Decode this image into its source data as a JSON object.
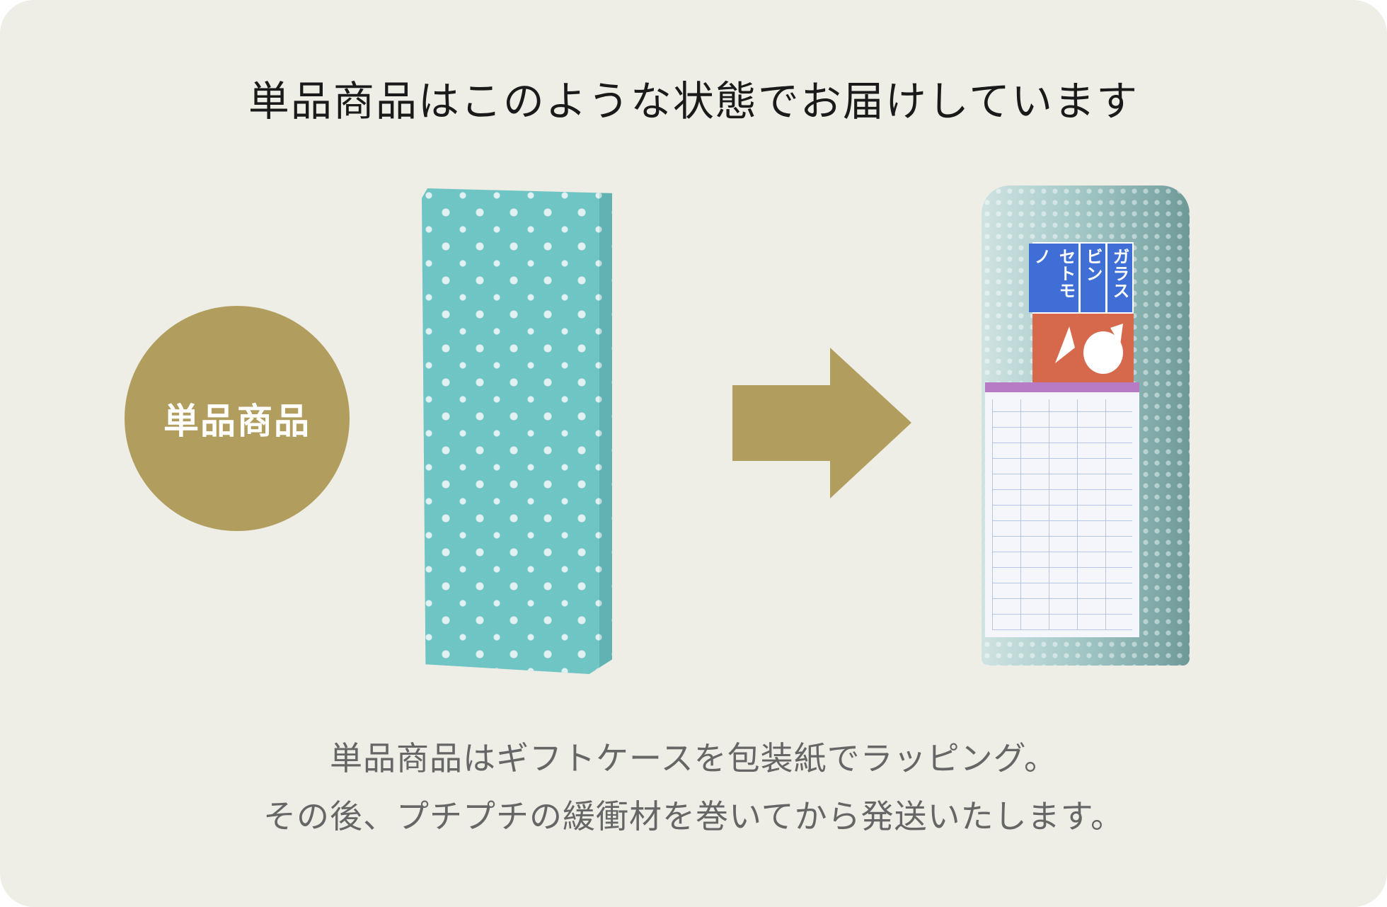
{
  "title": "単品商品はこのような状態でお届けしています",
  "badge": {
    "label": "単品商品",
    "color": "#b19e5f"
  },
  "images": {
    "gift_box": "wrapped-gift-box-photo",
    "packaged": "bubble-wrapped-package-photo",
    "sticker_text": [
      "ガラス",
      "ビン",
      "セトモノ"
    ]
  },
  "arrow_color": "#b19e5f",
  "caption": {
    "line1": "単品商品はギフトケースを包装紙でラッピング。",
    "line2": "その後、プチプチの緩衝材を巻いてから発送いたします。"
  }
}
